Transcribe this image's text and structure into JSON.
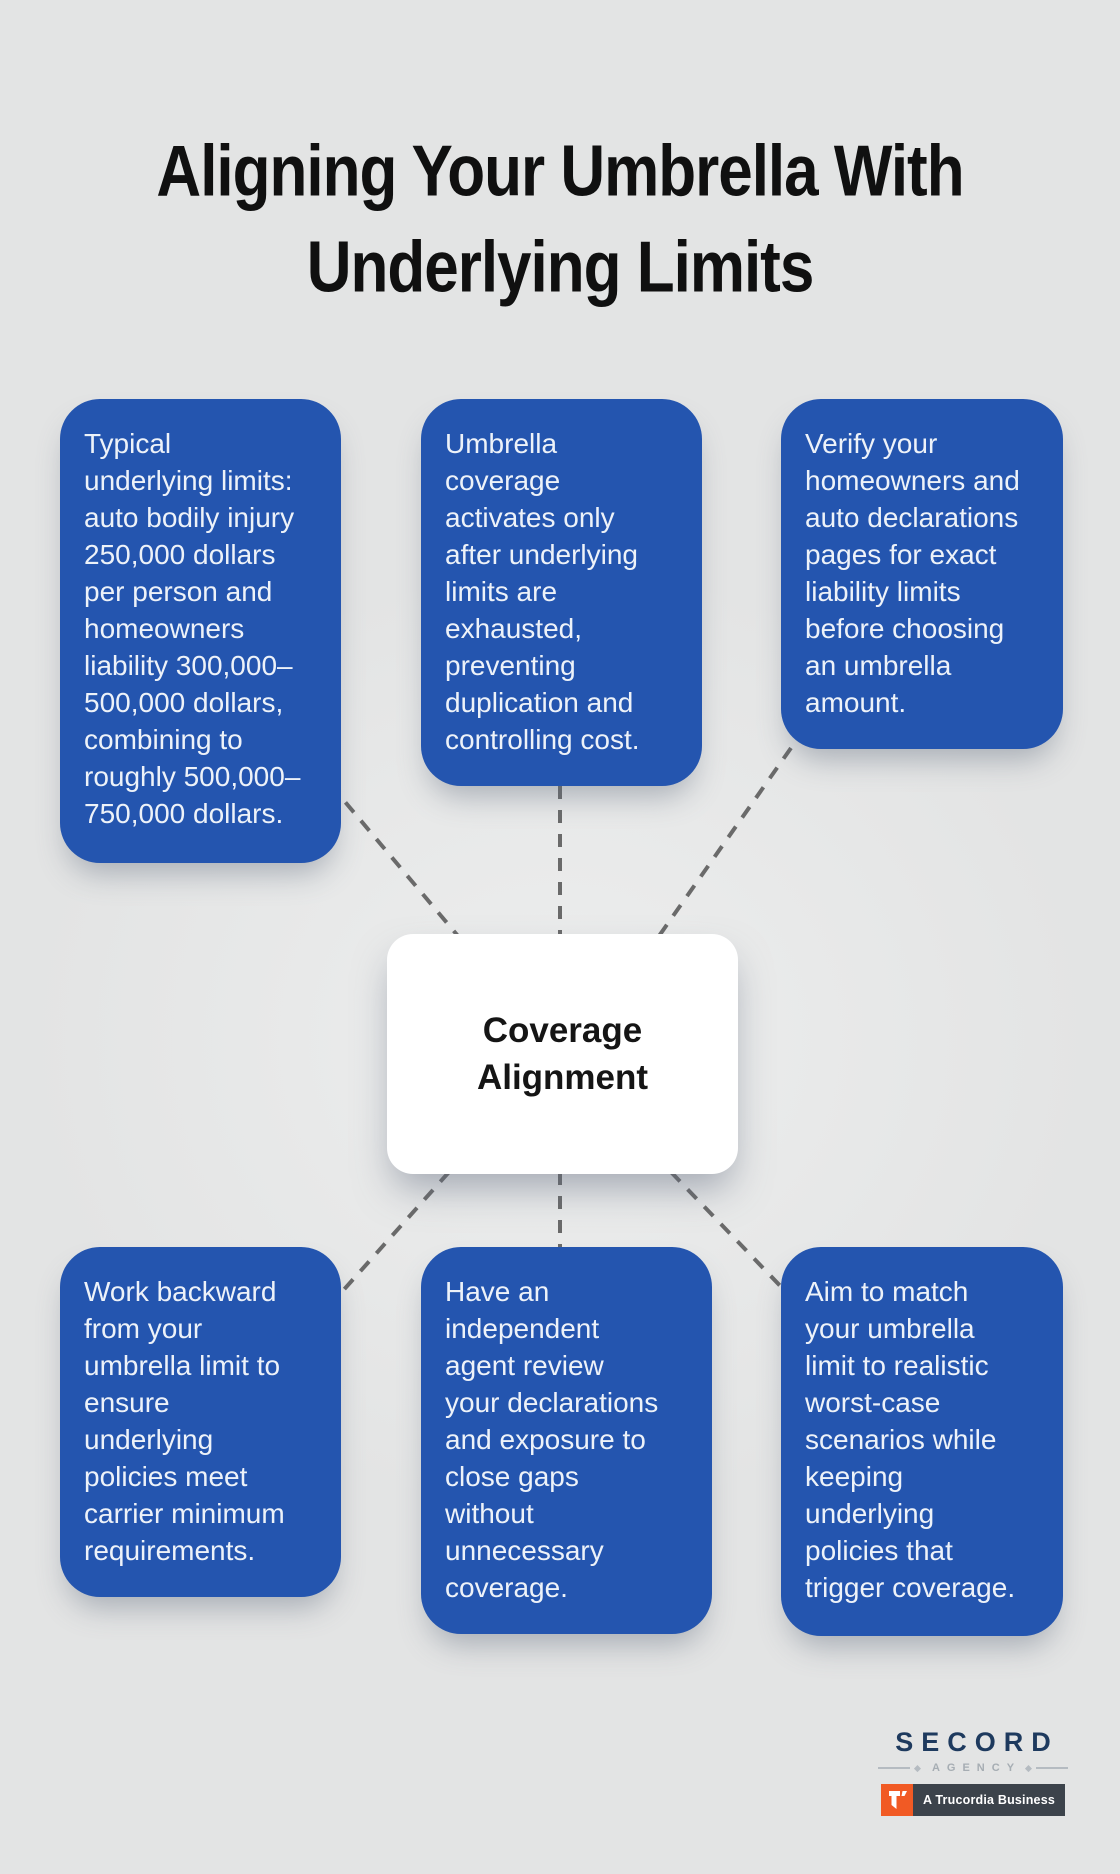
{
  "title": {
    "text": "Aligning Your Umbrella With\nUnderlying Limits"
  },
  "hub": {
    "label": "Coverage\nAlignment"
  },
  "boxes": [
    {
      "id": "typical-underlying-limits",
      "text": "Typical\nunderlying limits:\nauto bodily injury\n250,000 dollars\nper person and\nhomeowners\nliability 300,000–\n500,000 dollars,\ncombining to\nroughly 500,000–\n750,000 dollars."
    },
    {
      "id": "umbrella-activation",
      "text": "Umbrella\ncoverage\nactivates only\nafter underlying\nlimits are\nexhausted,\npreventing\nduplication and\ncontrolling cost."
    },
    {
      "id": "verify-declarations",
      "text": "Verify your\nhomeowners and\nauto declarations\npages for exact\nliability limits\nbefore choosing\nan umbrella\namount."
    },
    {
      "id": "work-backward",
      "text": "Work backward\nfrom your\numbrella limit to\nensure\nunderlying\npolicies meet\ncarrier minimum\nrequirements."
    },
    {
      "id": "independent-agent-review",
      "text": "Have an\nindependent\nagent review\nyour declarations\nand exposure to\nclose gaps\nwithout\nunnecessary\ncoverage."
    },
    {
      "id": "match-worst-case",
      "text": "Aim to match\nyour umbrella\nlimit to realistic\nworst-case\nscenarios while\nkeeping\nunderlying\npolicies that\ntrigger coverage."
    }
  ],
  "logo": {
    "brand": "SECORD",
    "division": "AGENCY",
    "tagline": "A Trucordia Business",
    "mark_icon": "trucordia-t-icon"
  },
  "colors": {
    "background": "#e3e4e4",
    "card_blue": "#2455af",
    "card_text": "#edf2f9",
    "hub_background": "#ffffff",
    "hub_text": "#151515",
    "title_text": "#101010",
    "connector_gray": "#6a6a6a",
    "brand_navy": "#1e3a5e",
    "brand_gray": "#a6adb3",
    "brand_orange": "#f15a24",
    "brand_slate": "#3c434b"
  }
}
